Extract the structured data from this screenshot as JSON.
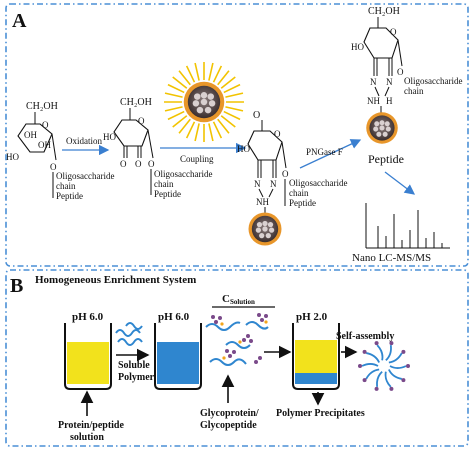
{
  "panel_a": {
    "letter": "A",
    "sugar_labels": {
      "ch2oh": "CH₂OH",
      "oh": "OH",
      "ho": "HO",
      "o": "O"
    },
    "oligo_chain": [
      "Oligosaccharide",
      "chain",
      "Peptide"
    ],
    "oligo_chain_only": [
      "Oligosaccharide",
      "chain"
    ],
    "steps": {
      "oxidation": "Oxidation",
      "coupling": "Coupling",
      "pngase": "PNGase F"
    },
    "hydrazide": {
      "n": "N",
      "nh": "NH",
      "h": "H"
    },
    "peptide": "Peptide",
    "ms_label": "Nano LC-MS/MS"
  },
  "panel_b": {
    "letter": "B",
    "title": "Homogeneous Enrichment System",
    "beaker1_ph": "pH 6.0",
    "beaker2_ph": "pH 6.0",
    "beaker3_ph": "pH 2.0",
    "c_solution": "C",
    "c_solution_sub": "Solution",
    "soluble_polymer": [
      "Soluble",
      "Polymer"
    ],
    "protein_solution": [
      "Protein/peptide",
      "solution"
    ],
    "glycoprotein": [
      "Glycoprotein/",
      "Glycopeptide"
    ],
    "self_assembly": "Self-assembly",
    "polymer_precipitates": "Polymer Precipitates"
  },
  "colors": {
    "frame": "#4a8fd6",
    "arrow": "#3a7fd0",
    "nanoparticle_core": "#5a4a4a",
    "nanoparticle_ring": "#e8962a",
    "spike": "#f2c300",
    "yellow_liquid": "#f2e21c",
    "blue_liquid": "#2f86cf"
  }
}
